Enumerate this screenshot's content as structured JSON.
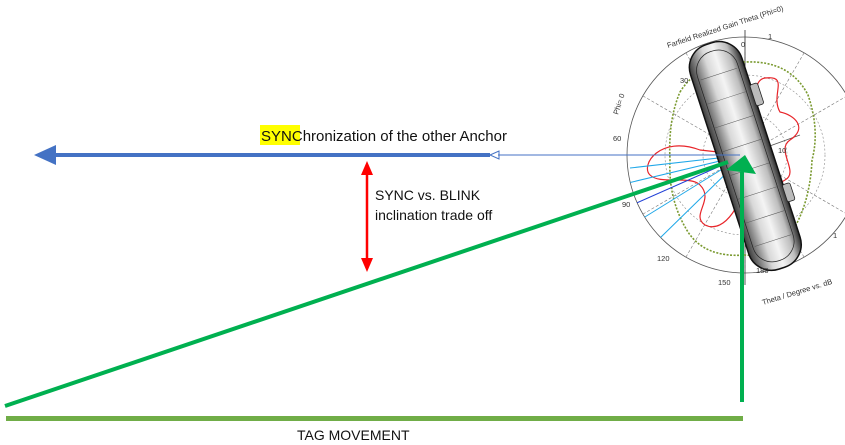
{
  "sync_label": {
    "highlight": "SYNC",
    "rest": "hronization of the other Anchor"
  },
  "tradeoff_label": {
    "line1": "SYNC vs. BLINK",
    "line2": "inclination trade off"
  },
  "tag_movement_label": "TAG MOVEMENT",
  "polar_plot": {
    "title": "Farfield Realized Gain Theta (Phi=0)",
    "phi_label": "Phi= 0",
    "axis_label": "Theta / Degree vs. dB",
    "angle_labels": [
      "0",
      "30",
      "60",
      "90",
      "120",
      "150",
      "180"
    ],
    "right_labels": [
      "1",
      "10",
      "1"
    ]
  },
  "colors": {
    "sync_arrow": "#4472c4",
    "tag_line": "#70ad47",
    "green_arrow": "#00b050",
    "tradeoff_arrow": "#ff0000",
    "highlight": "#ffff00",
    "pattern_red": "#e8252a",
    "pattern_green": "#7a9a30"
  }
}
